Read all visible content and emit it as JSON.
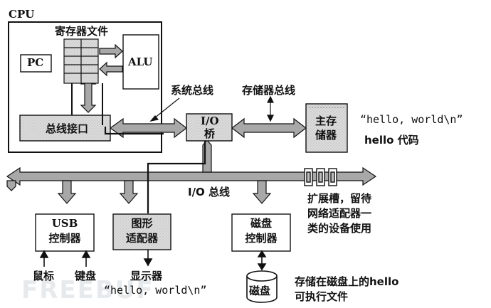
{
  "labels": {
    "cpu": "CPU",
    "register_file": "寄存器文件",
    "pc": "PC",
    "alu": "ALU",
    "system_bus": "系统总线",
    "memory_bus": "存储器总线",
    "bus_interface": "总线接口",
    "io_bridge_line1": "I/O",
    "io_bridge_line2": "桥",
    "main_memory_line1": "主存",
    "main_memory_line2": "储器",
    "hello_world_string": "“hello, world\\n”",
    "hello_code": "hello 代码",
    "io_bus": "I/O 总线",
    "expansion_slots": [
      "扩展槽，留待",
      "网络适配器一",
      "类的设备使用"
    ],
    "usb_controller": [
      "USB",
      "控制器"
    ],
    "graphics_adapter": [
      "图形",
      "适配器"
    ],
    "disk_controller": [
      "磁盘",
      "控制器"
    ],
    "mouse": "鼠标",
    "keyboard": "键盘",
    "display": "显示器",
    "display_output": "“hello, world\\n”",
    "disk": "磁盘",
    "disk_note": [
      "存储在磁盘上的hello",
      "可执行文件"
    ]
  },
  "watermark": "FREEBUF",
  "colors": {
    "bus_fill": "#9c9c9c",
    "box_fill": "#d9d9d9",
    "outline": "#111111"
  }
}
